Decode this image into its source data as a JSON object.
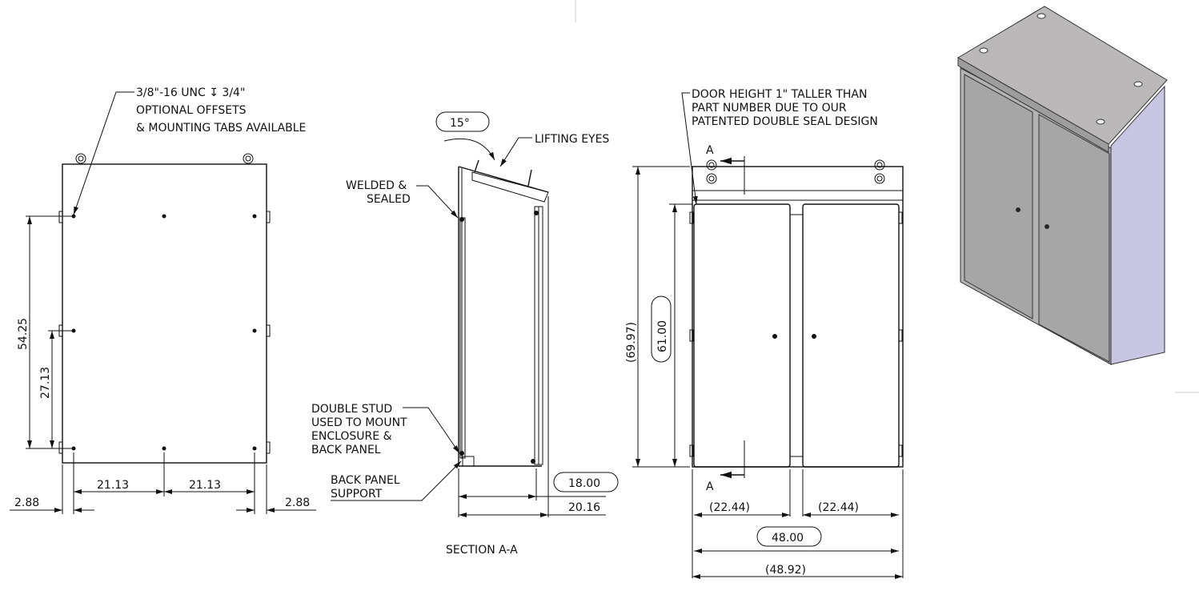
{
  "front_mounting_view": {
    "note_lines": [
      "3/8\"-16 UNC ↧ 3/4\"",
      "OPTIONAL OFFSETS",
      "& MOUNTING TABS AVAILABLE"
    ],
    "dims": {
      "vertical_total": "54.25",
      "vertical_half": "27.13",
      "horiz_left": "21.13",
      "horiz_right": "21.13",
      "offset_left": "2.88",
      "offset_right": "2.88"
    }
  },
  "section_view": {
    "angle": "15°",
    "lifting_eyes": "LIFTING EYES",
    "welded_lines": [
      "WELDED &",
      "SEALED"
    ],
    "double_stud_lines": [
      "DOUBLE STUD",
      "USED TO MOUNT",
      "ENCLOSURE &",
      "BACK PANEL"
    ],
    "back_panel_lines": [
      "BACK PANEL",
      "SUPPORT"
    ],
    "dims": {
      "depth_ref": "18.00",
      "depth_total": "20.16"
    },
    "title": "SECTION A-A"
  },
  "door_view": {
    "note_lines": [
      "DOOR HEIGHT 1\" TALLER THAN",
      "PART NUMBER DUE TO OUR",
      "PATENTED DOUBLE SEAL DESIGN"
    ],
    "section_marker": "A",
    "dims": {
      "overall_height": "(69.97)",
      "door_height": "61.00",
      "door_left": "(22.44)",
      "door_right": "(22.44)",
      "width": "48.00",
      "overall_width": "(48.92)"
    }
  },
  "colors": {
    "line": "#111111",
    "iso_top": "#b9b7b8",
    "iso_front": "#a9a9a9",
    "iso_side": "#c9c6e3"
  }
}
